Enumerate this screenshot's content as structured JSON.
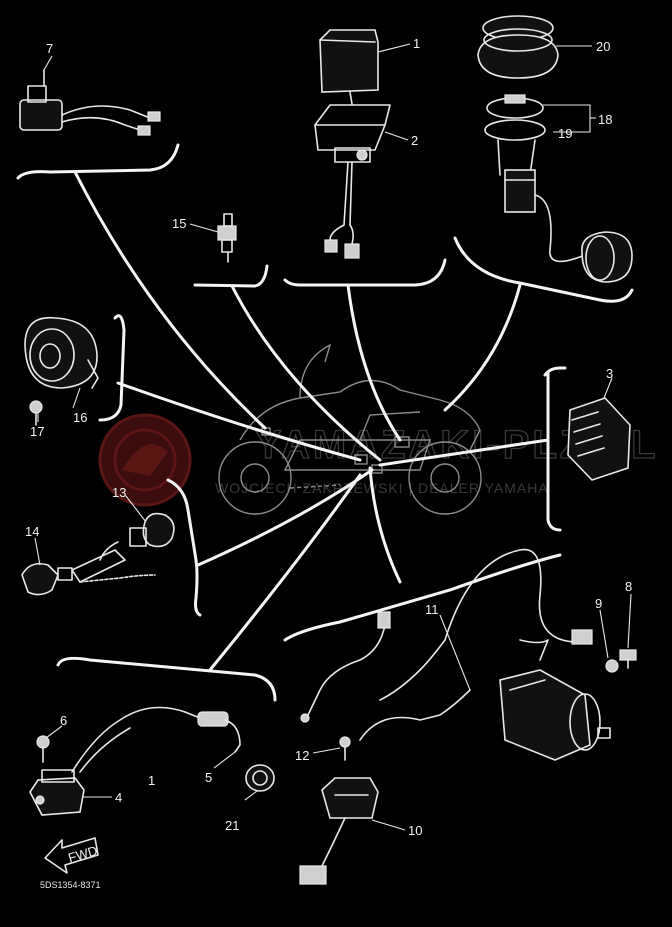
{
  "diagram": {
    "part_labels": [
      {
        "id": "p1",
        "text": "1"
      },
      {
        "id": "p2",
        "text": "2"
      },
      {
        "id": "p3",
        "text": "3"
      },
      {
        "id": "p4",
        "text": "4"
      },
      {
        "id": "p5",
        "text": "5"
      },
      {
        "id": "p6",
        "text": "6"
      },
      {
        "id": "p7",
        "text": "7"
      },
      {
        "id": "p8",
        "text": "8"
      },
      {
        "id": "p9",
        "text": "9"
      },
      {
        "id": "p10",
        "text": "10"
      },
      {
        "id": "p11",
        "text": "11"
      },
      {
        "id": "p12",
        "text": "12"
      },
      {
        "id": "p13",
        "text": "13"
      },
      {
        "id": "p14",
        "text": "14"
      },
      {
        "id": "p15",
        "text": "15"
      },
      {
        "id": "p16",
        "text": "16"
      },
      {
        "id": "p17",
        "text": "17"
      },
      {
        "id": "p18",
        "text": "18"
      },
      {
        "id": "p19",
        "text": "19"
      },
      {
        "id": "p20",
        "text": "20"
      },
      {
        "id": "p21",
        "text": "21"
      },
      {
        "id": "group1",
        "text": "1"
      }
    ],
    "fwd_label": "FWD",
    "drawing_code": "5DS1354-8371",
    "watermark": {
      "main": "YAMAZAKI-PLZ.PL",
      "sub": "WOJCIECH ZAKRZEWSKI | DEALER YAMAHA"
    }
  }
}
